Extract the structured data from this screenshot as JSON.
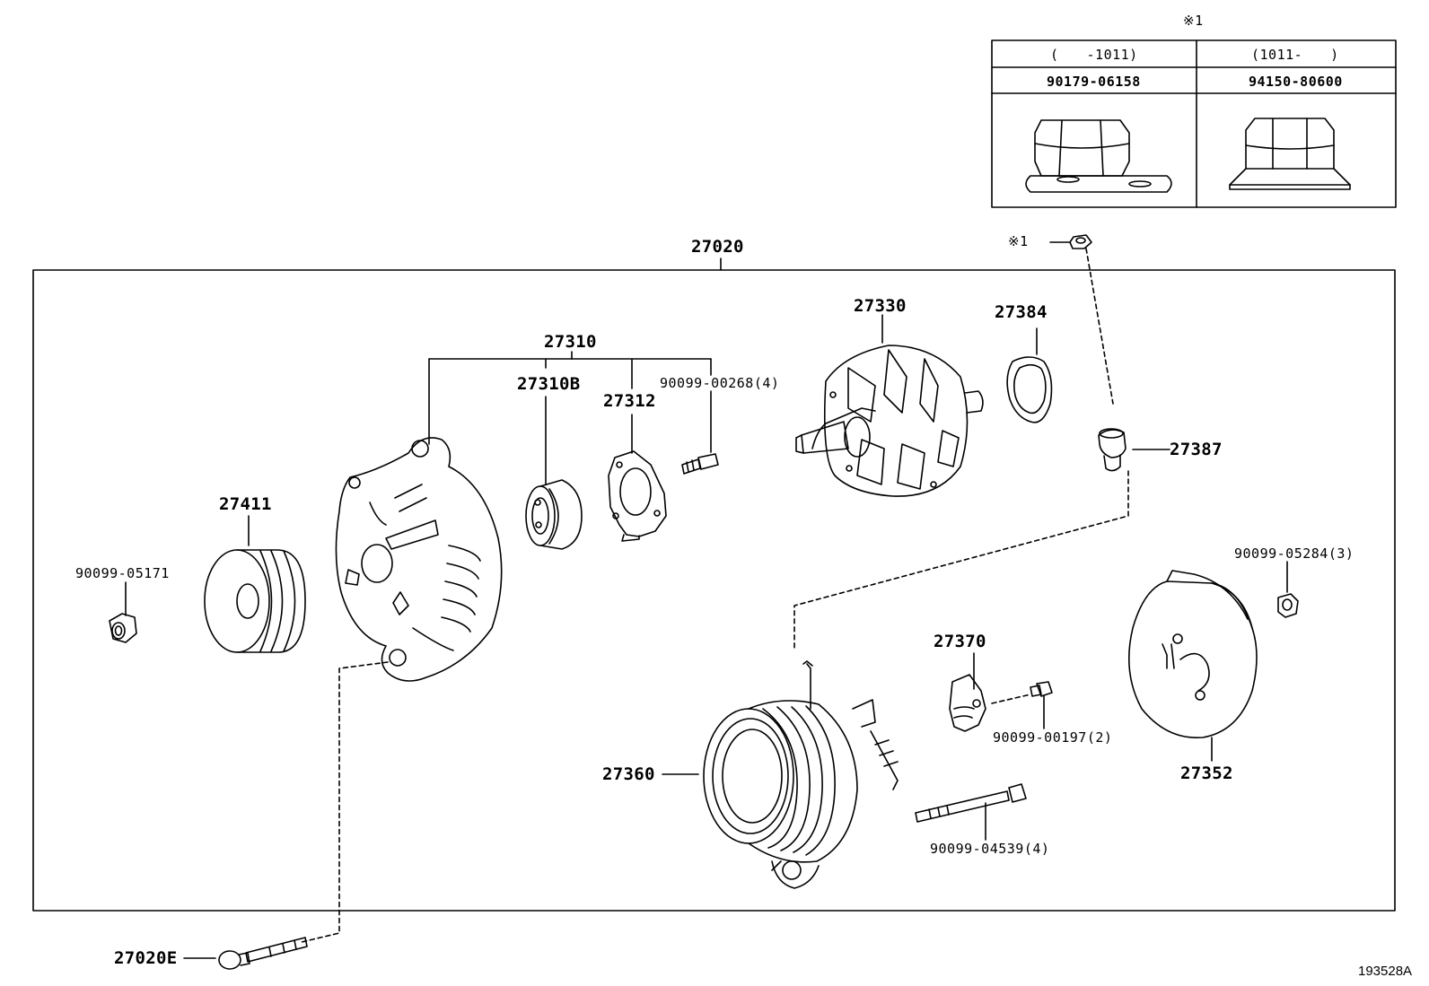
{
  "note_mark": "※1",
  "note_table": {
    "header_left": "(　　-1011)",
    "header_right": "(1011-　　)",
    "part_left": "90179-06158",
    "part_right": "94150-80600"
  },
  "assembly": {
    "part": "27020"
  },
  "labels": {
    "p27310": "27310",
    "p27310B": "27310B",
    "p27312": "27312",
    "p90099_00268": "90099-00268(4)",
    "p27330": "27330",
    "p27384": "27384",
    "p27387": "27387",
    "p27411": "27411",
    "p90099_05171": "90099-05171",
    "p90099_05284": "90099-05284(3)",
    "p27370": "27370",
    "p90099_00197": "90099-00197(2)",
    "p27360": "27360",
    "p27352": "27352",
    "p90099_04539": "90099-04539(4)",
    "p27020E": "27020E",
    "nut_mark": "※1"
  },
  "reference_code": "193528A"
}
